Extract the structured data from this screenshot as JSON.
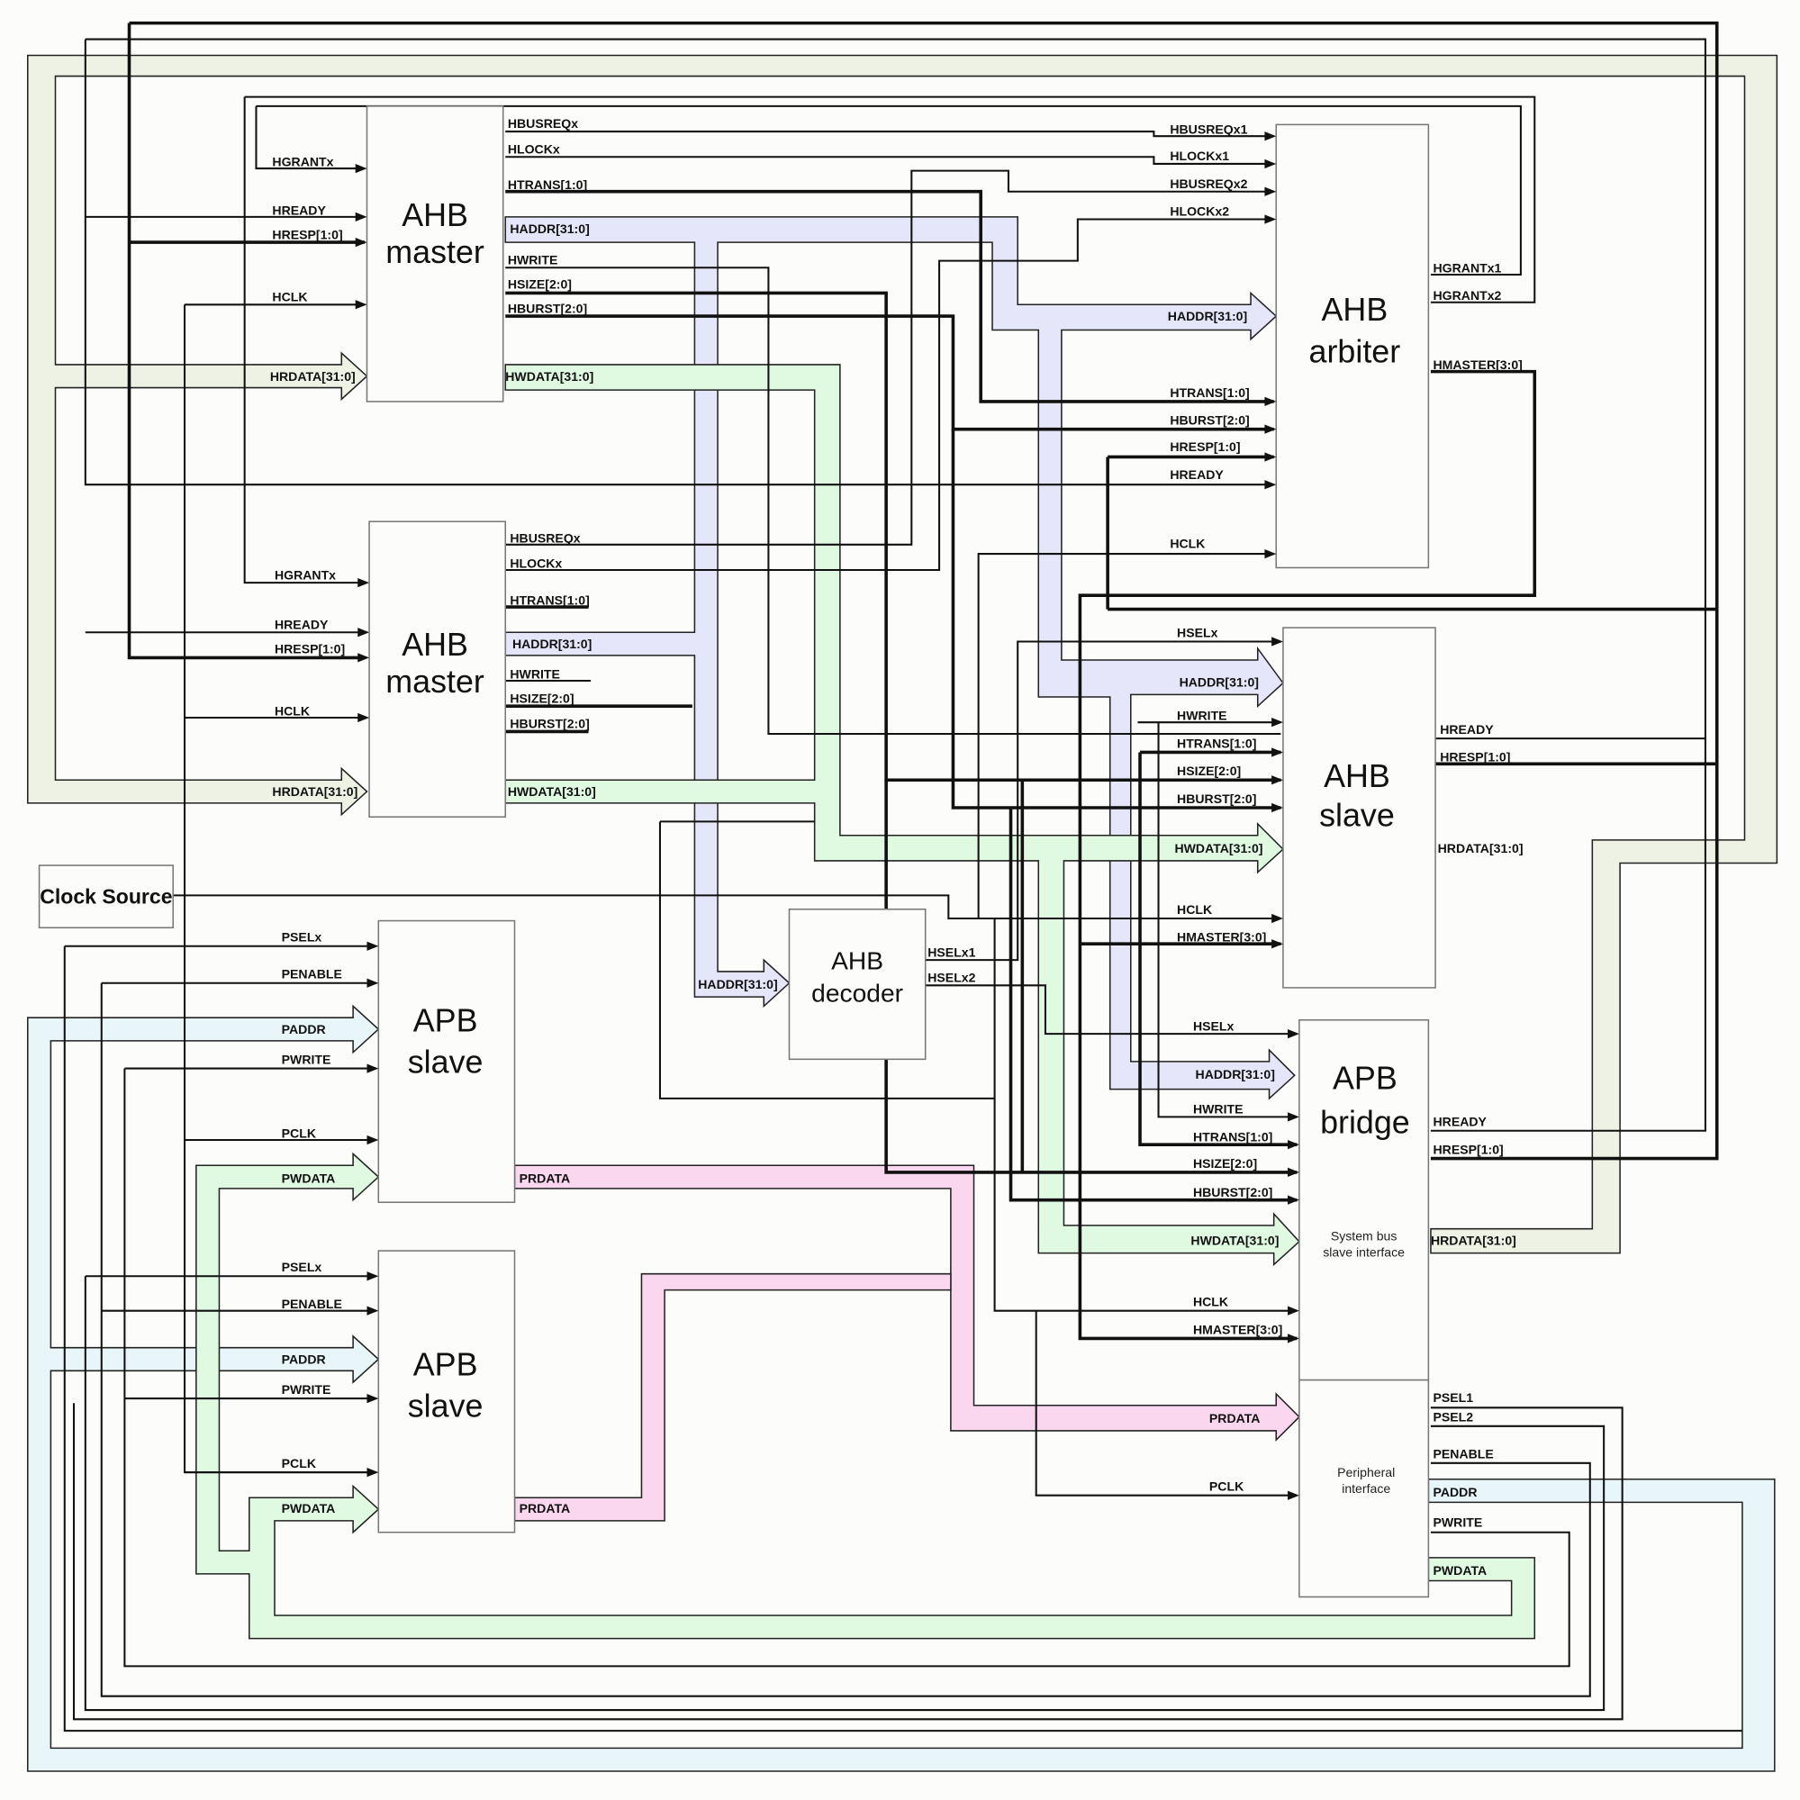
{
  "diagram": {
    "title": "AMBA AHB/APB system interconnect",
    "colors": {
      "haddr_bus": "#e6e6fa",
      "hwdata_bus": "#e0fae2",
      "hrdata_bus": "#eef2e4",
      "prdata_bus": "#fbd7ef",
      "paddr_bus": "#e8f6fa",
      "wire": "#111111",
      "block_border": "#777777"
    },
    "blocks": {
      "master1": {
        "line1": "AHB",
        "line2": "master"
      },
      "master2": {
        "line1": "AHB",
        "line2": "master"
      },
      "arbiter": {
        "line1": "AHB",
        "line2": "arbiter"
      },
      "ahb_slave": {
        "line1": "AHB",
        "line2": "slave"
      },
      "decoder": {
        "line1": "AHB",
        "line2": "decoder"
      },
      "bridge": {
        "line1": "APB",
        "line2": "bridge",
        "sys_if_1": "System bus",
        "sys_if_2": "slave interface",
        "per_if_1": "Peripheral",
        "per_if_2": "interface"
      },
      "apb_slave1": {
        "line1": "APB",
        "line2": "slave"
      },
      "apb_slave2": {
        "line1": "APB",
        "line2": "slave"
      },
      "clock": {
        "label": "Clock Source"
      }
    },
    "master1": {
      "inputs": [
        "HGRANTx",
        "HREADY",
        "HRESP[1:0]",
        "HCLK",
        "HRDATA[31:0]"
      ],
      "outputs": [
        "HBUSREQx",
        "HLOCKx",
        "HTRANS[1:0]",
        "HADDR[31:0]",
        "HWRITE",
        "HSIZE[2:0]",
        "HBURST[2:0]",
        "HWDATA[31:0]"
      ]
    },
    "master2": {
      "inputs": [
        "HGRANTx",
        "HREADY",
        "HRESP[1:0]",
        "HCLK",
        "HRDATA[31:0]"
      ],
      "outputs": [
        "HBUSREQx",
        "HLOCKx",
        "HTRANS[1:0]",
        "HADDR[31:0]",
        "HWRITE",
        "HSIZE[2:0]",
        "HBURST[2:0]",
        "HWDATA[31:0]"
      ]
    },
    "arbiter": {
      "inputs": [
        "HBUSREQx1",
        "HLOCKx1",
        "HBUSREQx2",
        "HLOCKx2",
        "HADDR[31:0]",
        "HTRANS[1:0]",
        "HBURST[2:0]",
        "HRESP[1:0]",
        "HREADY",
        "HCLK"
      ],
      "outputs": [
        "HGRANTx1",
        "HGRANTx2",
        "HMASTER[3:0]"
      ]
    },
    "ahb_slave": {
      "inputs": [
        "HSELx",
        "HADDR[31:0]",
        "HWRITE",
        "HTRANS[1:0]",
        "HSIZE[2:0]",
        "HBURST[2:0]",
        "HWDATA[31:0]",
        "HCLK",
        "HMASTER[3:0]"
      ],
      "outputs": [
        "HREADY",
        "HRESP[1:0]",
        "HRDATA[31:0]"
      ]
    },
    "decoder": {
      "inputs": [
        "HADDR[31:0]"
      ],
      "outputs": [
        "HSELx1",
        "HSELx2"
      ]
    },
    "bridge": {
      "inputs": [
        "HSELx",
        "HADDR[31:0]",
        "HWRITE",
        "HTRANS[1:0]",
        "HSIZE[2:0]",
        "HBURST[2:0]",
        "HWDATA[31:0]",
        "HCLK",
        "HMASTER[3:0]",
        "PRDATA",
        "PCLK"
      ],
      "outputs": [
        "HREADY",
        "HRESP[1:0]",
        "HRDATA[31:0]",
        "PSEL1",
        "PSEL2",
        "PENABLE",
        "PADDR",
        "PWRITE",
        "PWDATA"
      ]
    },
    "apb_slave1": {
      "inputs": [
        "PSELx",
        "PENABLE",
        "PADDR",
        "PWRITE",
        "PCLK",
        "PWDATA"
      ],
      "outputs": [
        "PRDATA"
      ]
    },
    "apb_slave2": {
      "inputs": [
        "PSELx",
        "PENABLE",
        "PADDR",
        "PWRITE",
        "PCLK",
        "PWDATA"
      ],
      "outputs": [
        "PRDATA"
      ]
    }
  }
}
